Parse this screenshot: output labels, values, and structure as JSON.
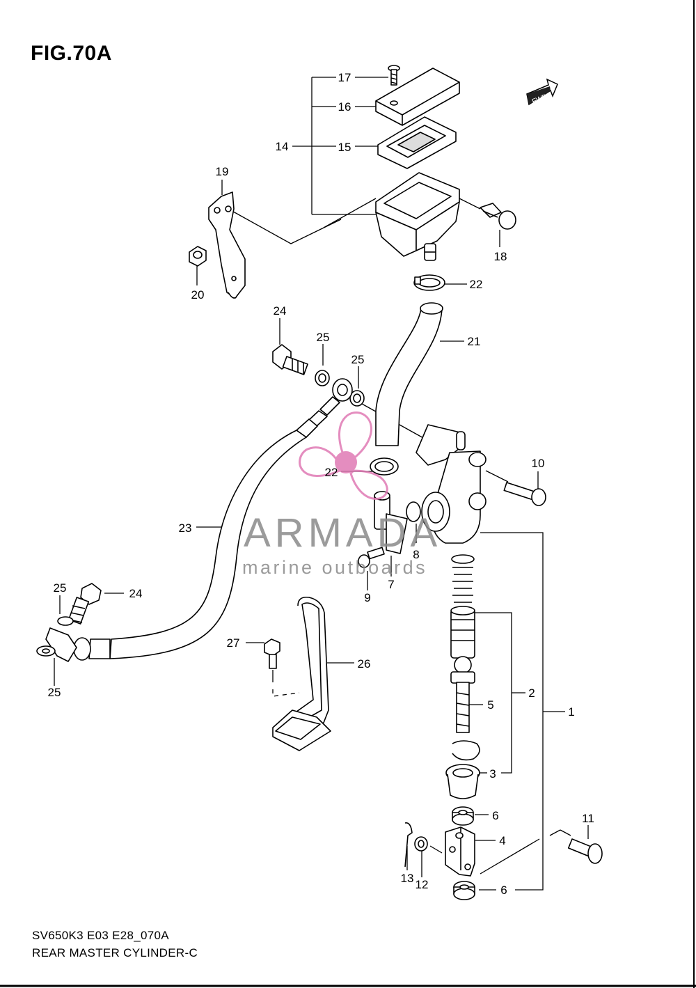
{
  "figure": {
    "title": "FIG.70A",
    "code": "SV650K3 E03 E28_070A",
    "name": "REAR MASTER CYLINDER-C"
  },
  "direction_badge": "FWD",
  "watermark": {
    "brand": "ARMADA",
    "subtitle": "marine outboards",
    "accent_color": "#e07ab4"
  },
  "callouts": [
    "17",
    "16",
    "15",
    "14",
    "19",
    "18",
    "20",
    "22",
    "24",
    "25",
    "25",
    "21",
    "10",
    "22",
    "23",
    "8",
    "7",
    "9",
    "25",
    "24",
    "27",
    "26",
    "25",
    "5",
    "2",
    "1",
    "3",
    "6",
    "11",
    "4",
    "13",
    "12",
    "6"
  ]
}
